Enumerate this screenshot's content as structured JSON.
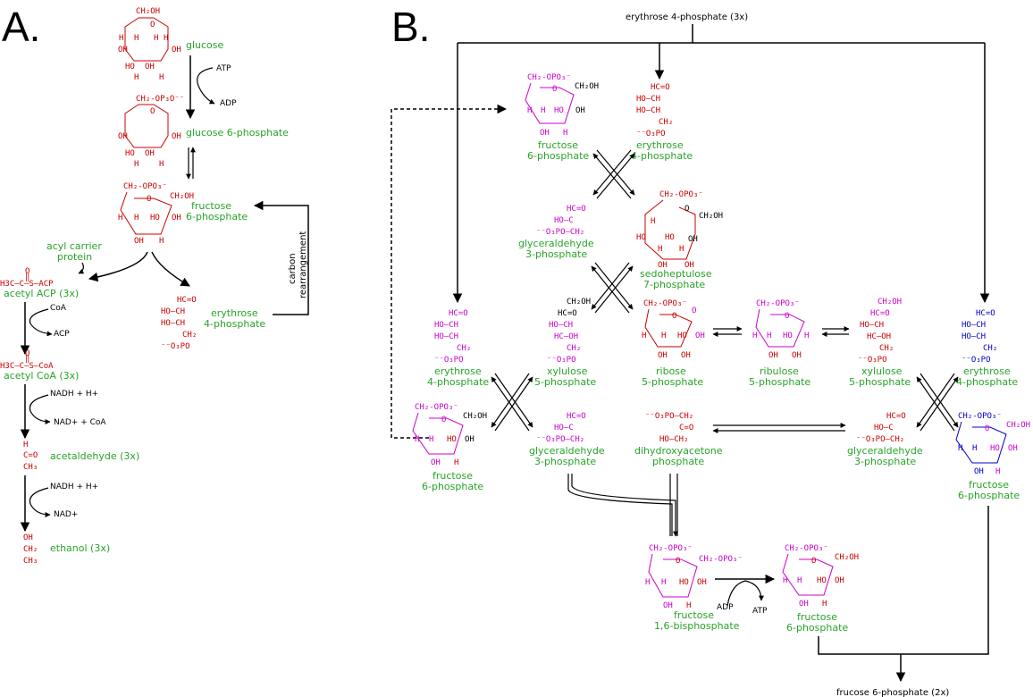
{
  "panel_a": {
    "letter": "A.",
    "glucose": "glucose",
    "atp": "ATP",
    "adp": "ADP",
    "glucose_6_phosphate": "glucose 6-phosphate",
    "fructose_6_phosphate": [
      "fructose",
      "6-phosphate"
    ],
    "acyl_carrier_protein": [
      "acyl carrier",
      "protein"
    ],
    "carbon_rearrangement": [
      "carbon",
      "rearrangement"
    ],
    "erythrose_4_phosphate": [
      "erythrose",
      "4-phosphate"
    ],
    "acetyl_acp": "acetyl ACP (3x)",
    "acetyl_acp_formula": "H3C—C—S—ACP",
    "coa": "CoA",
    "acp": "ACP",
    "acetyl_coa": "acetyl CoA (3x)",
    "acetyl_coa_formula": "H3C—C—S—CoA",
    "nadh_1": "NADH + H+",
    "nad_coa": "NAD+ + CoA",
    "acetaldehyde": "acetaldehyde (3x)",
    "nadh_2": "NADH + H+",
    "nad": "NAD+",
    "ethanol": "ethanol (3x)"
  },
  "panel_b": {
    "letter": "B.",
    "top_input": "erythrose 4-phosphate (3x)",
    "bottom_output": "frucose 6-phosphate (2x)",
    "adp": "ADP",
    "atp": "ATP",
    "compounds": {
      "f6p_top": [
        "fructose",
        "6-phosphate"
      ],
      "e4p_top": [
        "erythrose",
        "4-phosphate"
      ],
      "g3p_upper": [
        "glyceraldehyde",
        "3-phosphate"
      ],
      "s7p": [
        "sedoheptulose",
        "7-phosphate"
      ],
      "e4p_left": [
        "erythrose",
        "4-phosphate"
      ],
      "xu5p_mid": [
        "xylulose",
        "5-phosphate"
      ],
      "ribose5p": [
        "ribose",
        "5-phosphate"
      ],
      "ribulose5p": [
        "ribulose",
        "5-phosphate"
      ],
      "xu5p_right": [
        "xylulose",
        "5-phosphate"
      ],
      "e4p_right": [
        "erythrose",
        "4-phosphate"
      ],
      "f6p_left": [
        "fructose",
        "6-phosphate"
      ],
      "g3p_mid": [
        "glyceraldehyde",
        "3-phosphate"
      ],
      "dhap": [
        "dihydroxyacetone",
        "phosphate"
      ],
      "g3p_right": [
        "glyceraldehyde",
        "3-phosphate"
      ],
      "f6p_right": [
        "fructose",
        "6-phosphate"
      ],
      "fbp": [
        "fructose",
        "1,6-bisphosphate"
      ],
      "f6p_bottom": [
        "fructose",
        "6-phosphate"
      ]
    }
  },
  "colors": {
    "label_green": "#28a428",
    "atom_red": "#cc0000",
    "atom_magenta": "#cc00cc",
    "atom_blue": "#0000cc",
    "arrow_black": "#000000"
  }
}
